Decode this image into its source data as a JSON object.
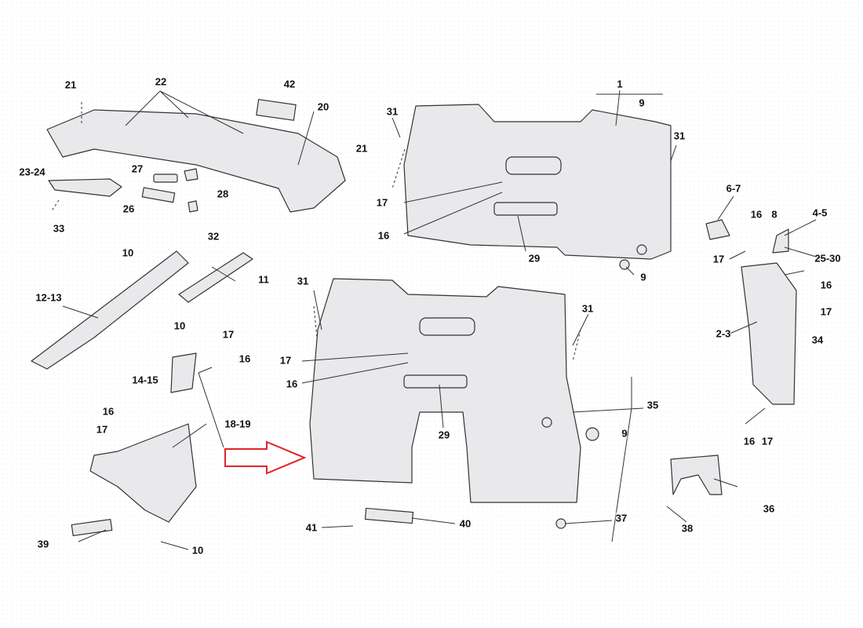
{
  "diagram": {
    "labels": [
      "21",
      "22",
      "42",
      "20",
      "21",
      "23-24",
      "27",
      "28",
      "26",
      "33",
      "32",
      "1",
      "9",
      "31",
      "31",
      "17",
      "16",
      "29",
      "9",
      "6-7",
      "16",
      "8",
      "4-5",
      "17",
      "25-30",
      "16",
      "17",
      "2-3",
      "34",
      "10",
      "11",
      "12-13",
      "31",
      "31",
      "10",
      "17",
      "16",
      "14-15",
      "17",
      "16",
      "35",
      "29",
      "9",
      "16",
      "17",
      "18-19",
      "16",
      "17",
      "36",
      "41",
      "40",
      "37",
      "38",
      "39",
      "10"
    ],
    "colors": {
      "part_fill": "#e9e9ec",
      "part_stroke": "#333333",
      "arrow": "#e0242a"
    }
  }
}
